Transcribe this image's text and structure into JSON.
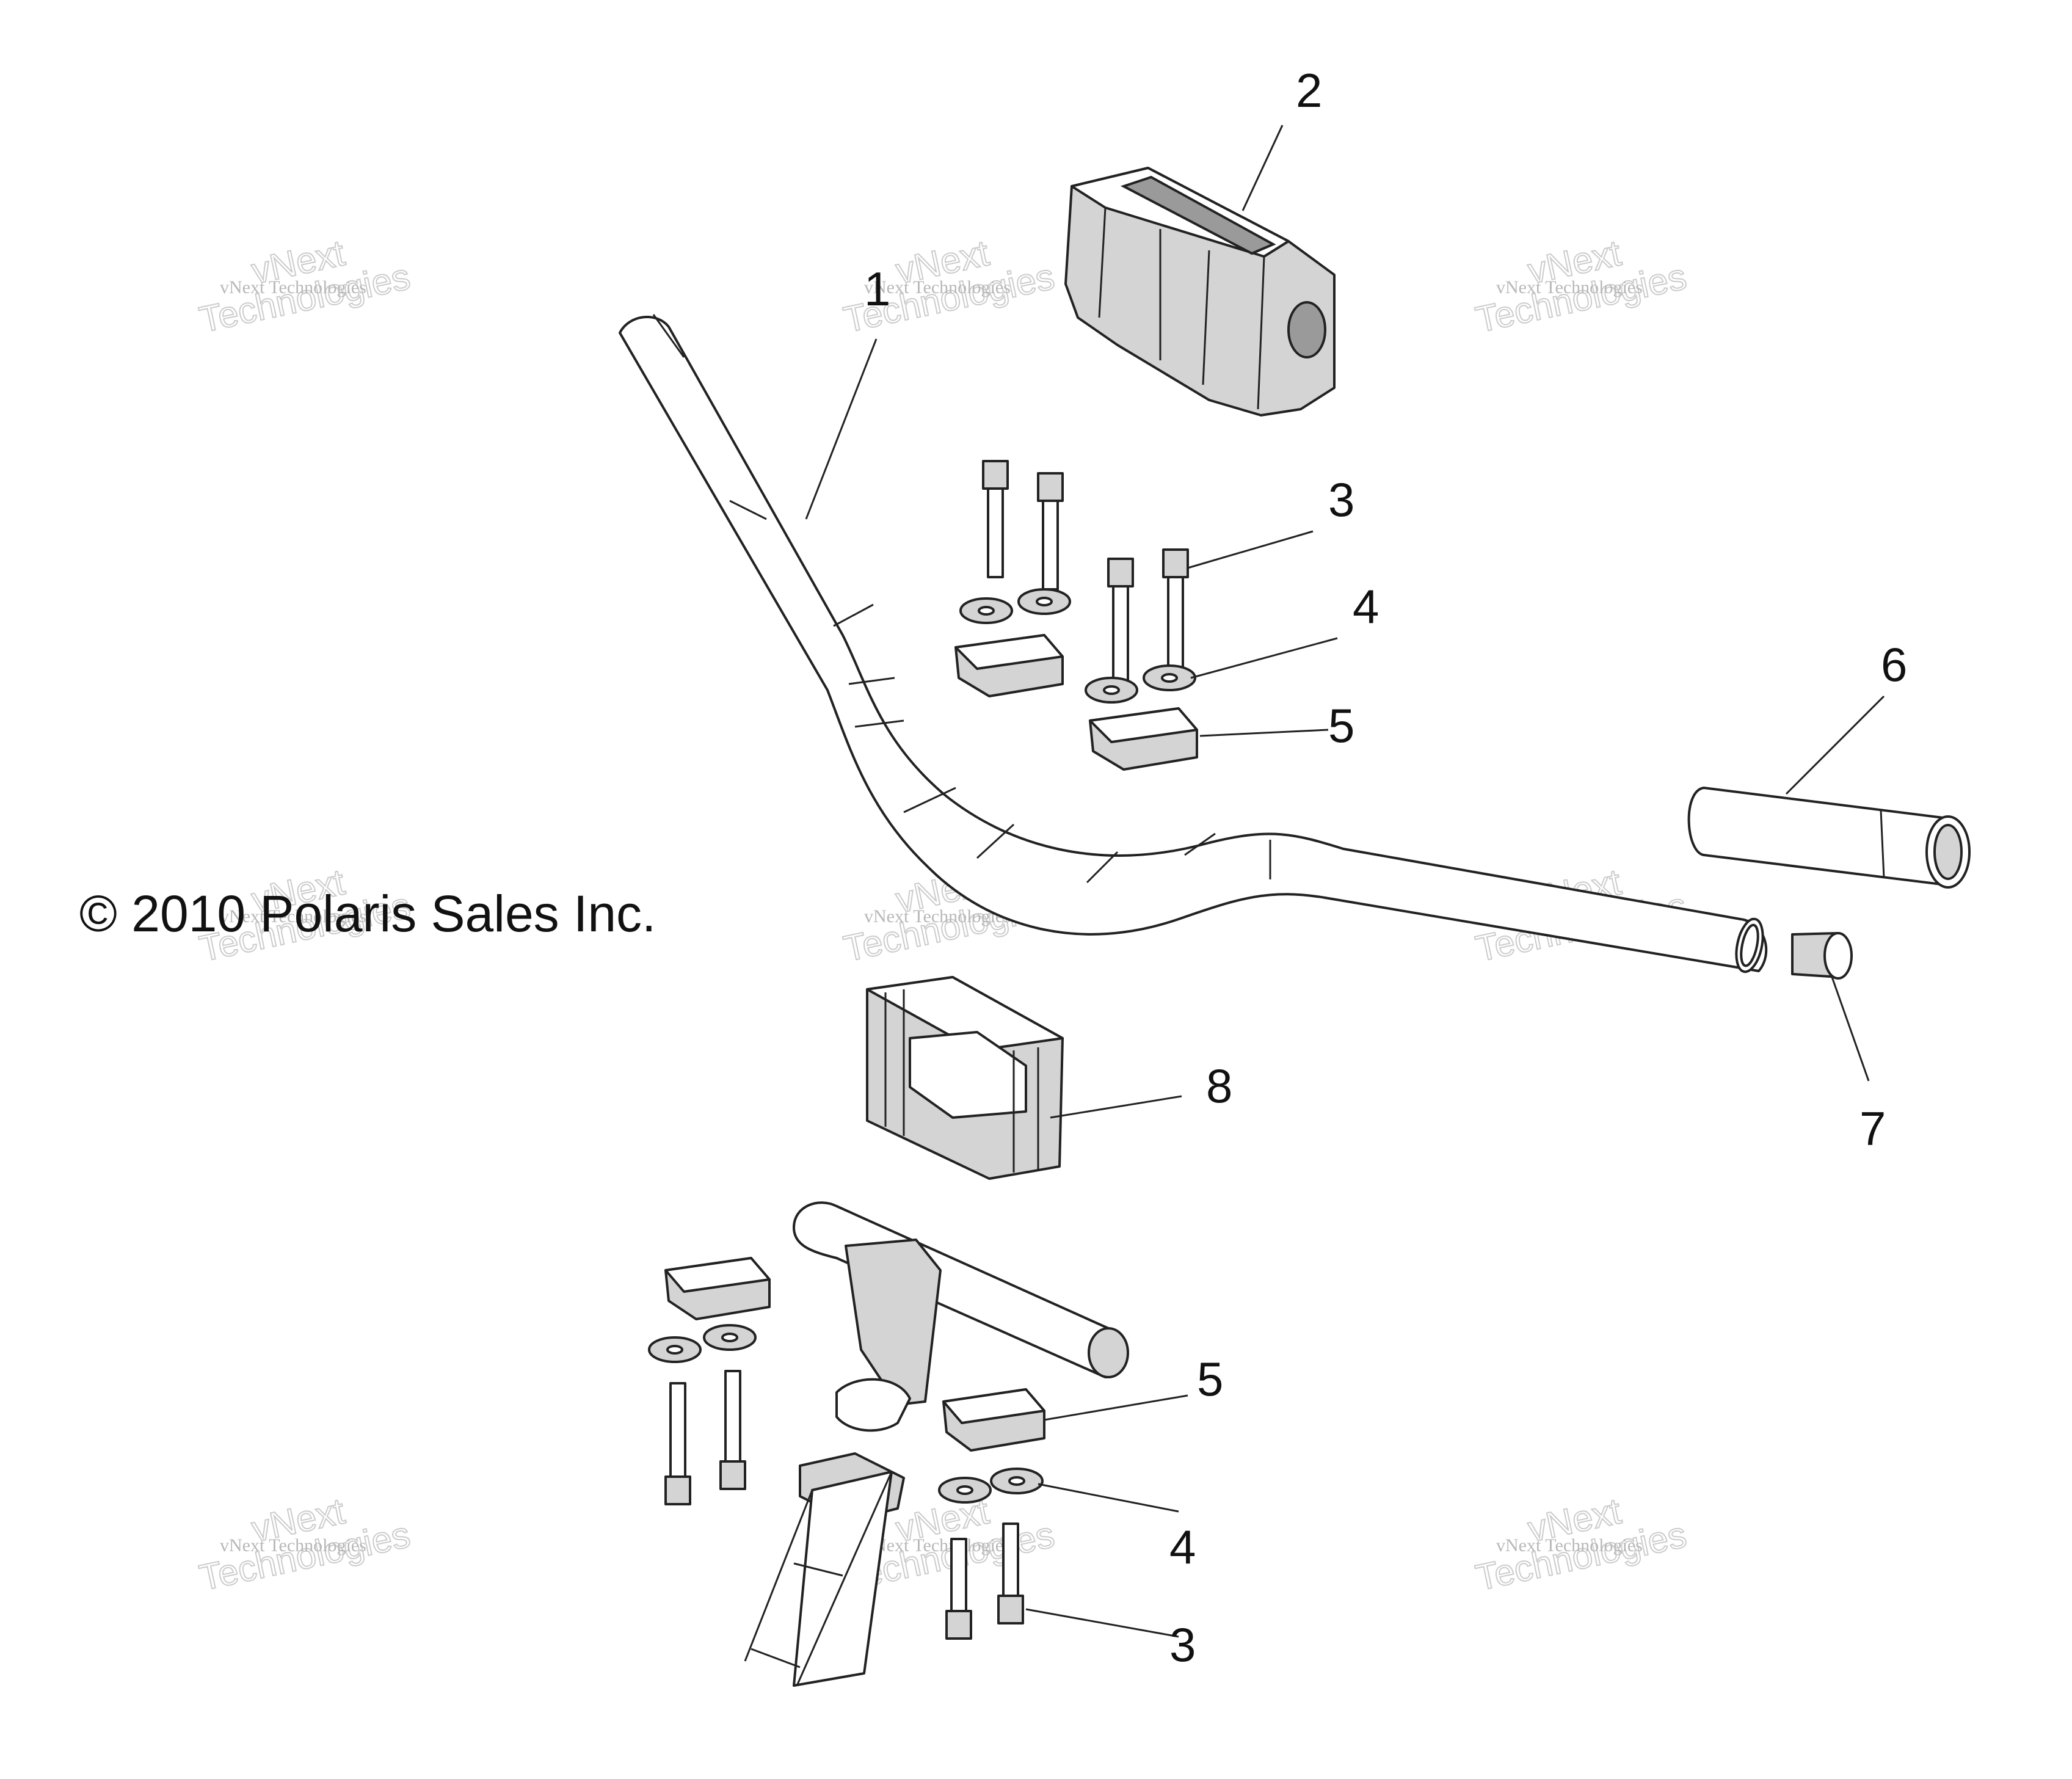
{
  "copyright": "© 2010 Polaris Sales Inc.",
  "callouts": [
    "1",
    "2",
    "3",
    "4",
    "5",
    "6",
    "7",
    "8",
    "5",
    "4",
    "3"
  ],
  "watermark": {
    "line1": "vNext Technologies",
    "line2": "vNext",
    "line3": "Technologies"
  },
  "parts": [
    {
      "ref": "1",
      "name": "handlebar"
    },
    {
      "ref": "2",
      "name": "handlebar cover"
    },
    {
      "ref": "3",
      "name": "bolt"
    },
    {
      "ref": "4",
      "name": "washer"
    },
    {
      "ref": "5",
      "name": "handlebar clamp"
    },
    {
      "ref": "6",
      "name": "grip"
    },
    {
      "ref": "7",
      "name": "end plug"
    },
    {
      "ref": "8",
      "name": "pad"
    }
  ]
}
